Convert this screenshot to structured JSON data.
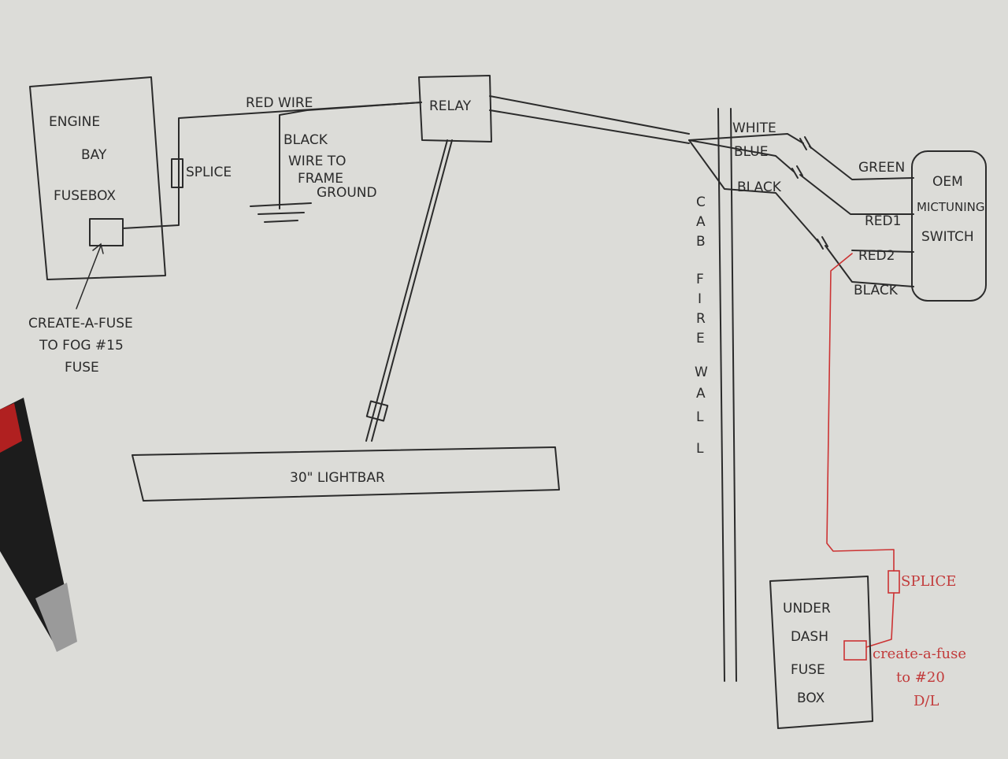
{
  "diagram": {
    "engine_fusebox": {
      "line1": "ENGINE",
      "line2": "BAY",
      "line3": "FUSEBOX"
    },
    "create_fuse_fog": {
      "line1": "CREATE-A-FUSE",
      "line2": "TO FOG #15",
      "line3": "FUSE"
    },
    "splice_top": "SPLICE",
    "red_wire": "RED WIRE",
    "black_wire_ground": {
      "line1": "BLACK",
      "line2": "WIRE TO",
      "line3": "FRAME",
      "line4": "GROUND"
    },
    "relay": "RELAY",
    "lightbar": "30\" LIGHTBAR",
    "firewall": [
      "C",
      "A",
      "B",
      "F",
      "I",
      "R",
      "E",
      "W",
      "A",
      "L",
      "L"
    ],
    "firewall_wires": {
      "white": "WHITE",
      "blue": "BLUE",
      "black": "BLACK"
    },
    "switch_wires": {
      "green": "GREEN",
      "red1": "RED1",
      "red2": "RED2",
      "black": "BLACK"
    },
    "oem_switch": {
      "line1": "OEM",
      "line2": "MICTUNING",
      "line3": "SWITCH"
    },
    "splice_bottom": "SPLICE",
    "under_dash_fusebox": {
      "line1": "UNDER",
      "line2": "DASH",
      "line3": "FUSE",
      "line4": "BOX"
    },
    "create_fuse_dl": {
      "line1": "create-a-fuse",
      "line2": "to #20",
      "line3": "D/L"
    }
  },
  "colors": {
    "paper": "#dcdcd8",
    "ink": "#2b2b2b",
    "red_ink": "#cc3333"
  }
}
